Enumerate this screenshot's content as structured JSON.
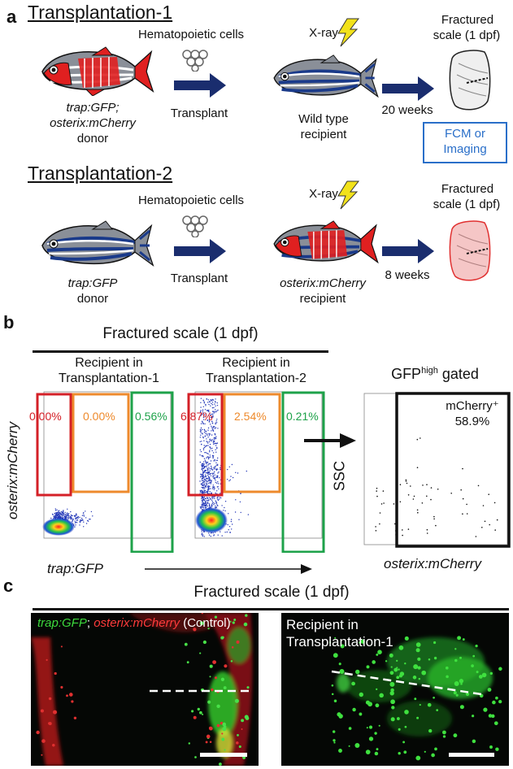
{
  "panel_a": {
    "letter": "a",
    "t1": {
      "title": "Transplantation-1",
      "cells_label": "Hematopoietic cells",
      "xray": "X-ray",
      "donor_line1": "trap:GFP;",
      "donor_line2": "osterix:mCherry",
      "donor_word": "donor",
      "transplant": "Transplant",
      "recipient_line1": "Wild type",
      "recipient_line2": "recipient",
      "duration": "20 weeks",
      "scale_line1": "Fractured",
      "scale_line2": "scale (1 dpf)"
    },
    "readout_line1": "FCM or",
    "readout_line2": "Imaging",
    "t2": {
      "title": "Transplantation-2",
      "cells_label": "Hematopoietic cells",
      "xray": "X-ray",
      "donor_line1": "trap:GFP",
      "donor_word": "donor",
      "transplant": "Transplant",
      "recipient_line1": "osterix:mCherry",
      "recipient_line2": "recipient",
      "duration": "8 weeks",
      "scale_line1": "Fractured",
      "scale_line2": "scale (1 dpf)"
    }
  },
  "panel_b": {
    "letter": "b",
    "title": "Fractured scale (1 dpf)",
    "plot1_line1": "Recipient in",
    "plot1_line2": "Transplantation-1",
    "plot2_line1": "Recipient in",
    "plot2_line2": "Transplantation-2",
    "ylabel": "osterix:mCherry",
    "xlabel": "trap:GFP",
    "gate_pcts_1": [
      "0.00%",
      "0.00%",
      "0.56%"
    ],
    "gate_pcts_2": [
      "6.87%",
      "2.54%",
      "0.21%"
    ],
    "gated_title_main": "GFP",
    "gated_title_sup": "high",
    "gated_title_rest": " gated",
    "gated_ylabel": "SSC",
    "gated_xlabel": "osterix:mCherry",
    "gated_pop_line1": "mCherry⁺",
    "gated_pop_line2": "58.9%",
    "gate_colors": {
      "red": "#d42027",
      "orange": "#ee8a2c",
      "green": "#1ea24a"
    }
  },
  "panel_c": {
    "letter": "c",
    "title": "Fractured scale (1 dpf)",
    "left_label_green": "trap:GFP",
    "left_label_sep": "; ",
    "left_label_red": "osterix:mCherry",
    "left_label_ctrl": " (Control)",
    "right_line1": "Recipient in",
    "right_line2": "Transplantation-1"
  }
}
